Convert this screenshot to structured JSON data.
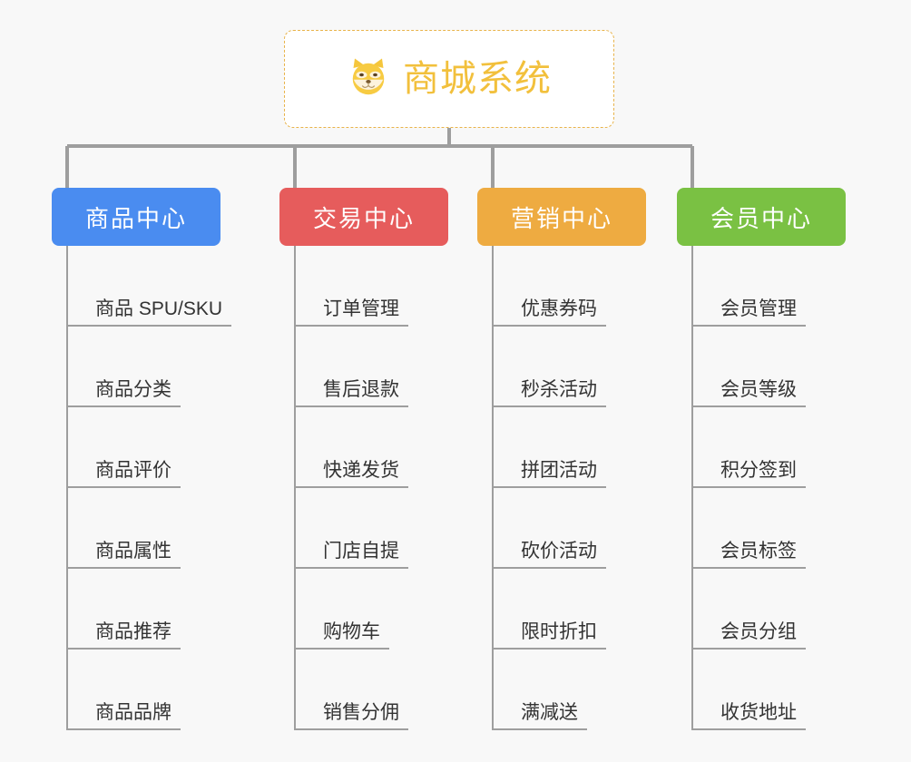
{
  "page": {
    "background_color": "#f8f8f8",
    "type": "org-chart-mindmap"
  },
  "root": {
    "title": "商城系统",
    "icon": "shiba-dog-face-icon",
    "text_color": "#f2c03c",
    "border_color": "#e8b34a",
    "fill_color": "#ffffff"
  },
  "connector": {
    "color": "#9e9e9e"
  },
  "branches": [
    {
      "label": "商品中心",
      "color": "#4a8cf0",
      "leaves": [
        "商品 SPU/SKU",
        "商品分类",
        "商品评价",
        "商品属性",
        "商品推荐",
        "商品品牌"
      ]
    },
    {
      "label": "交易中心",
      "color": "#e65c5c",
      "leaves": [
        "订单管理",
        "售后退款",
        "快递发货",
        "门店自提",
        "购物车",
        "销售分佣"
      ]
    },
    {
      "label": "营销中心",
      "color": "#eeab41",
      "leaves": [
        "优惠券码",
        "秒杀活动",
        "拼团活动",
        "砍价活动",
        "限时折扣",
        "满减送"
      ]
    },
    {
      "label": "会员中心",
      "color": "#7ac143",
      "leaves": [
        "会员管理",
        "会员等级",
        "积分签到",
        "会员标签",
        "会员分组",
        "收货地址"
      ]
    }
  ]
}
